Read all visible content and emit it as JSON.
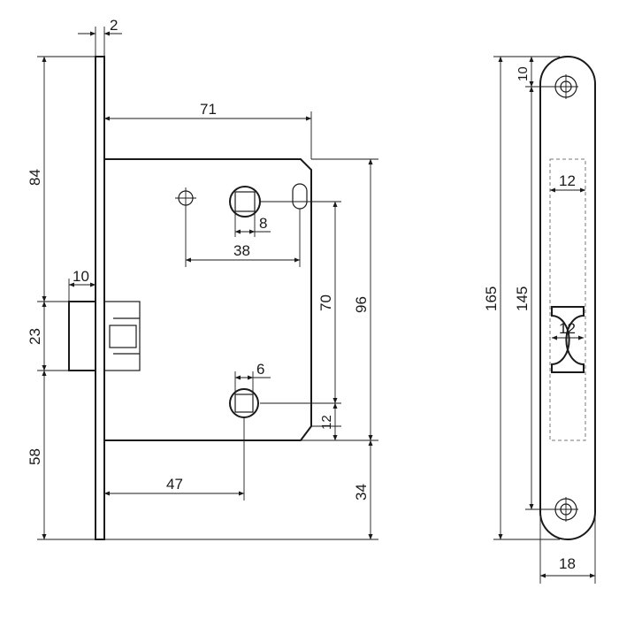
{
  "colors": {
    "line": "#1a1a1a",
    "background": "#ffffff",
    "hidden_line": "#777777"
  },
  "dimensions": {
    "faceplate_thickness": "2",
    "backset_to_follower": "71",
    "top_to_latch": "84",
    "latch_projection": "10",
    "latch_height": "23",
    "latch_to_bottom": "58",
    "follower_square": "8",
    "follower_to_hole": "38",
    "follower_to_key": "70",
    "body_height": "96",
    "key_square": "6",
    "key_offset": "12",
    "key_backset": "47",
    "body_to_bottom": "34",
    "strike_screw_offset": "10",
    "strike_total_length": "165",
    "strike_screw_spacing": "145",
    "strike_recess_width": "12",
    "strike_opening_width": "12",
    "strike_width": "18"
  }
}
